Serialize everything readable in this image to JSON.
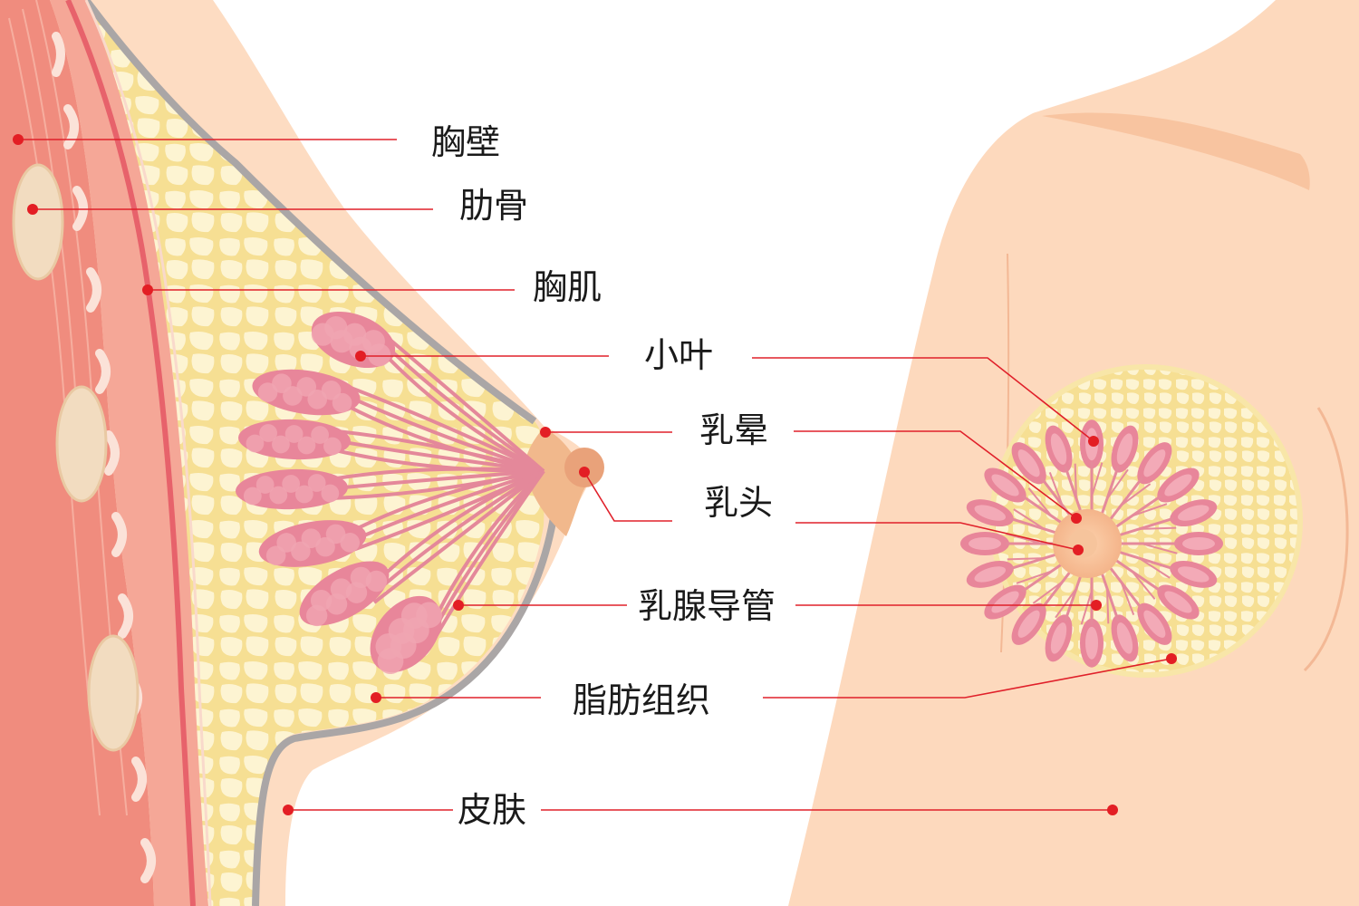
{
  "labels": {
    "chest_wall": "胸壁",
    "ribs": "肋骨",
    "pectoral_muscle": "胸肌",
    "lobules": "小叶",
    "areola": "乳晕",
    "nipple": "乳头",
    "milk_ducts": "乳腺导管",
    "fat_tissue": "脂肪组织",
    "skin": "皮肤"
  },
  "colors": {
    "skin": "#fddcc2",
    "skin_shadow": "#f9c7a3",
    "fat": "#f9eab2",
    "fat_cell": "#fdf6d8",
    "muscle": "#f08a7c",
    "muscle_light": "#f6b0a2",
    "lobule": "#e57e92",
    "duct": "#e08a9a",
    "areola": "#f1b98c",
    "pointer": "#e31e24",
    "skin_line": "#a8a5a3"
  }
}
